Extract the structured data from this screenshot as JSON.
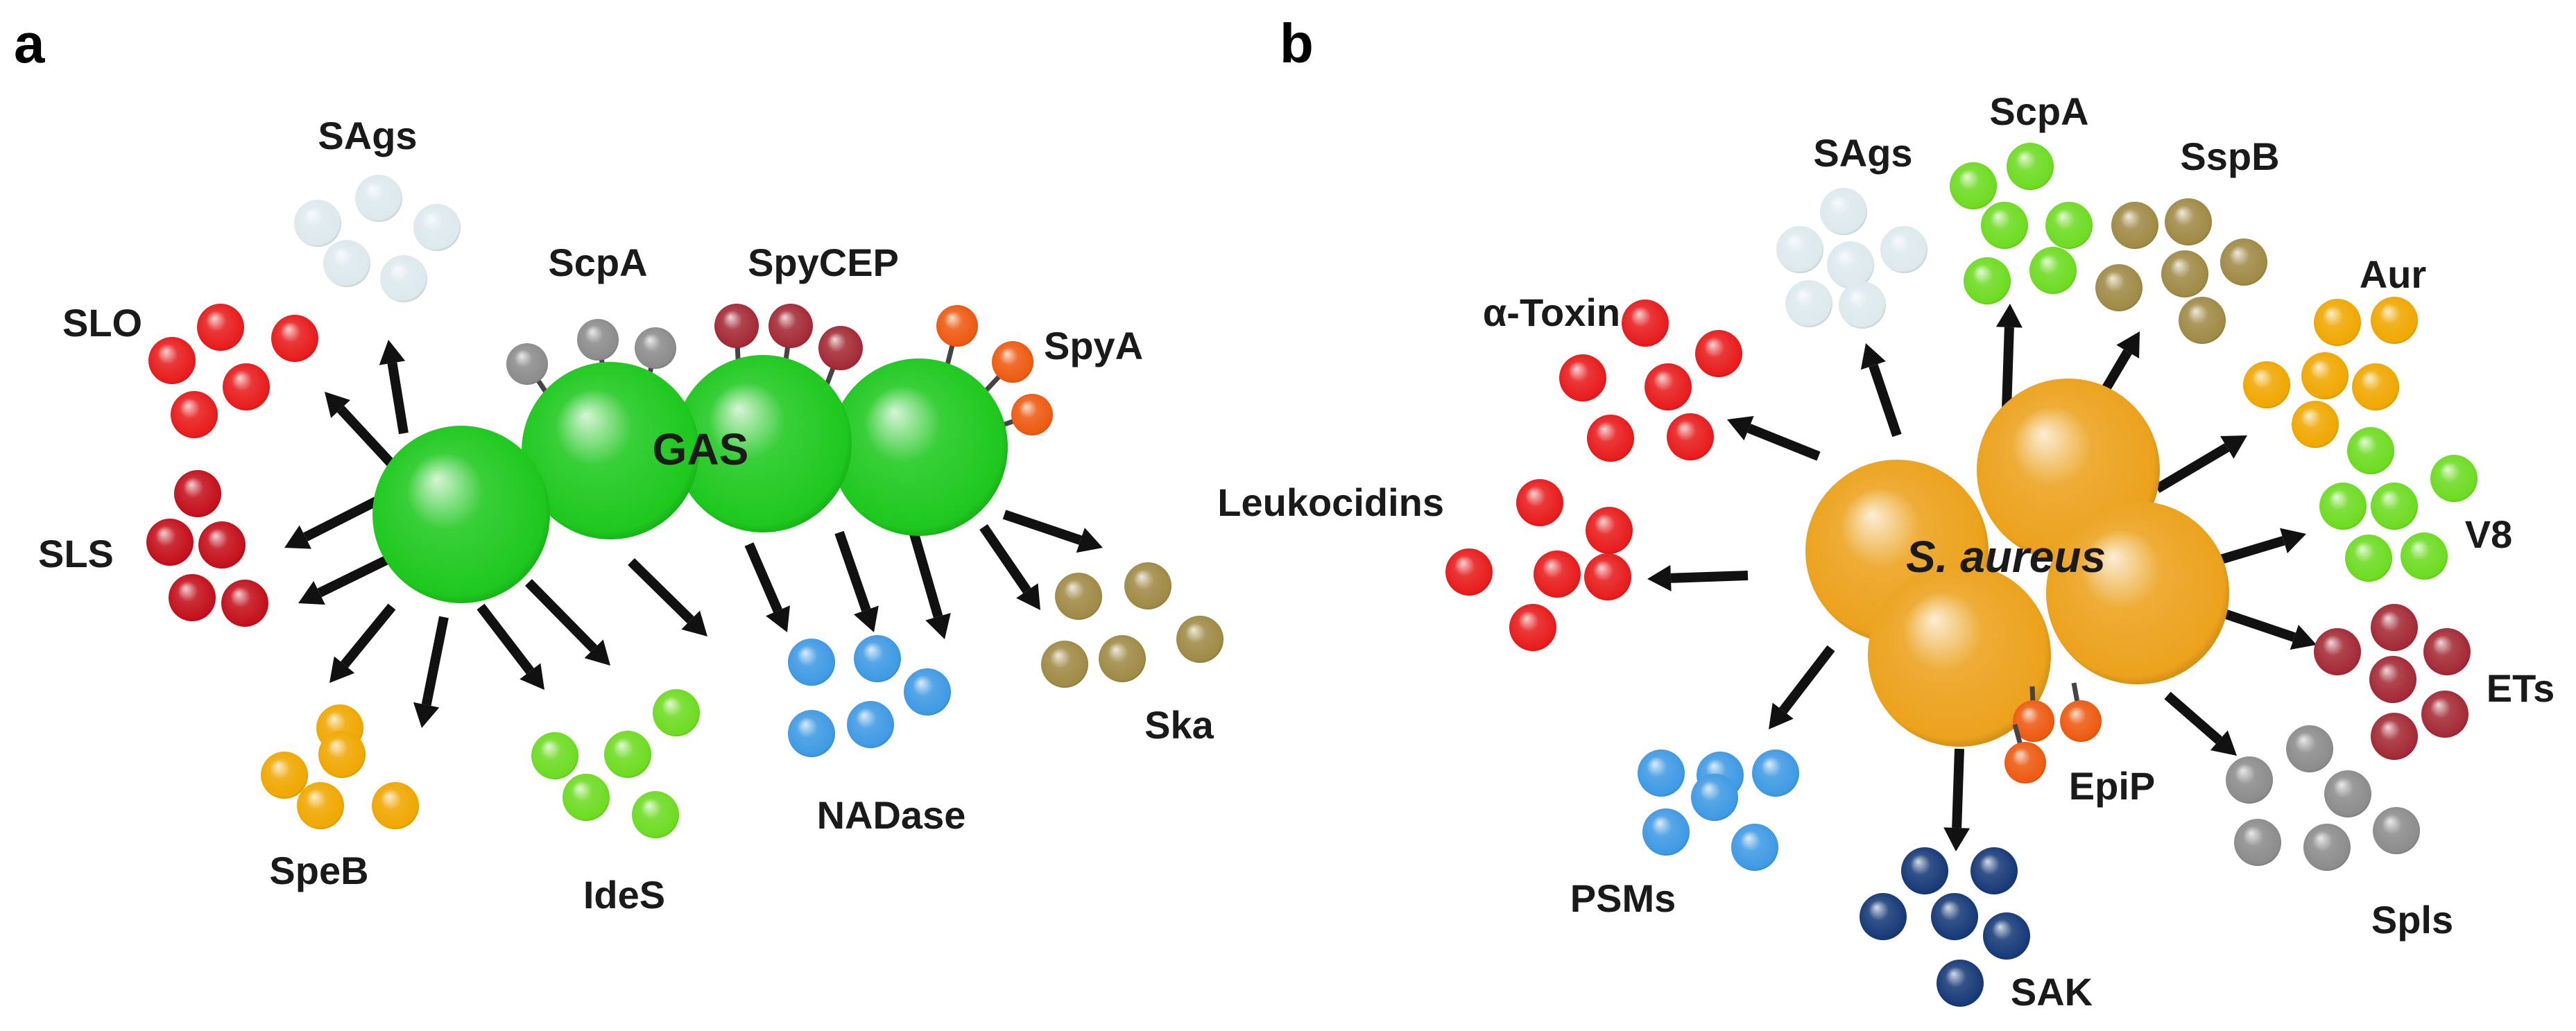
{
  "panels": {
    "a": {
      "letter": "a",
      "organism": "GAS",
      "factors": {
        "sags": "SAgs",
        "scpa": "ScpA",
        "spycep": "SpyCEP",
        "spya": "SpyA",
        "slo": "SLO",
        "sls": "SLS",
        "speb": "SpeB",
        "ides": "IdeS",
        "nadase": "NADase",
        "ska": "Ska"
      }
    },
    "b": {
      "letter": "b",
      "organism": "S. aureus",
      "factors": {
        "sags": "SAgs",
        "scpa": "ScpA",
        "sspb": "SspB",
        "aur": "Aur",
        "v8": "V8",
        "ets": "ETs",
        "spls": "Spls",
        "sak": "SAK",
        "epip": "EpiP",
        "psms": "PSMs",
        "leukocidins": "Leukocidins",
        "alpha_toxin": "α-Toxin"
      }
    }
  },
  "colors": {
    "red": "#e81c1c",
    "dark_red": "#c4101c",
    "white_blue": "#dde9ee",
    "gray": "#8c8c8c",
    "maroon": "#a42a36",
    "orange": "#ee5a10",
    "olive": "#a08a46",
    "blue": "#3f9ae4",
    "light_green": "#6edc22",
    "gold": "#f0a800",
    "navy": "#173a78",
    "gas_green": "#1ec81e",
    "aureus_gold": "#eca21c"
  }
}
